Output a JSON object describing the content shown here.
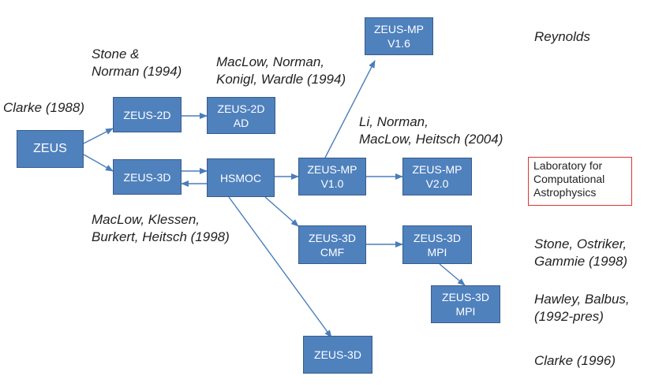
{
  "nodes": {
    "zeus": "ZEUS",
    "zeus_2d": "ZEUS-2D",
    "zeus_2d_ad": "ZEUS-2D\nAD",
    "zeus_3d": "ZEUS-3D",
    "hsmoc": "HSMOC",
    "zeus_mp_v16": "ZEUS-MP\nV1.6",
    "zeus_mp_v10": "ZEUS-MP\nV1.0",
    "zeus_mp_v20": "ZEUS-MP\nV2.0",
    "zeus_3d_cmf": "ZEUS-3D\nCMF",
    "zeus_3d_mpi": "ZEUS-3D\nMPI",
    "zeus_3d_mpi_2": "ZEUS-3D\nMPI",
    "zeus_3d_bottom": "ZEUS-3D"
  },
  "labels": {
    "clarke_1988": "Clarke (1988)",
    "stone_norman": "Stone &\nNorman (1994)",
    "maclow_norman": "MacLow, Norman,\nKonigl, Wardle (1994)",
    "li_norman": "Li, Norman,\nMacLow, Heitsch (2004)",
    "maclow_klessen": "MacLow, Klessen,\nBurkert, Heitsch (1998)",
    "reynolds": "Reynolds",
    "stone_ostriker": "Stone, Ostriker,\nGammie (1998)",
    "hawley_balbus": "Hawley, Balbus,\n(1992-pres)",
    "clarke_1996": "Clarke (1996)"
  },
  "lca": "Laboratory for\nComputational\nAstrophysics",
  "colors": {
    "box_fill": "#4f81bd",
    "box_border": "#385d8a",
    "arrow": "#4a7ebb",
    "lca_border": "#e03131"
  }
}
